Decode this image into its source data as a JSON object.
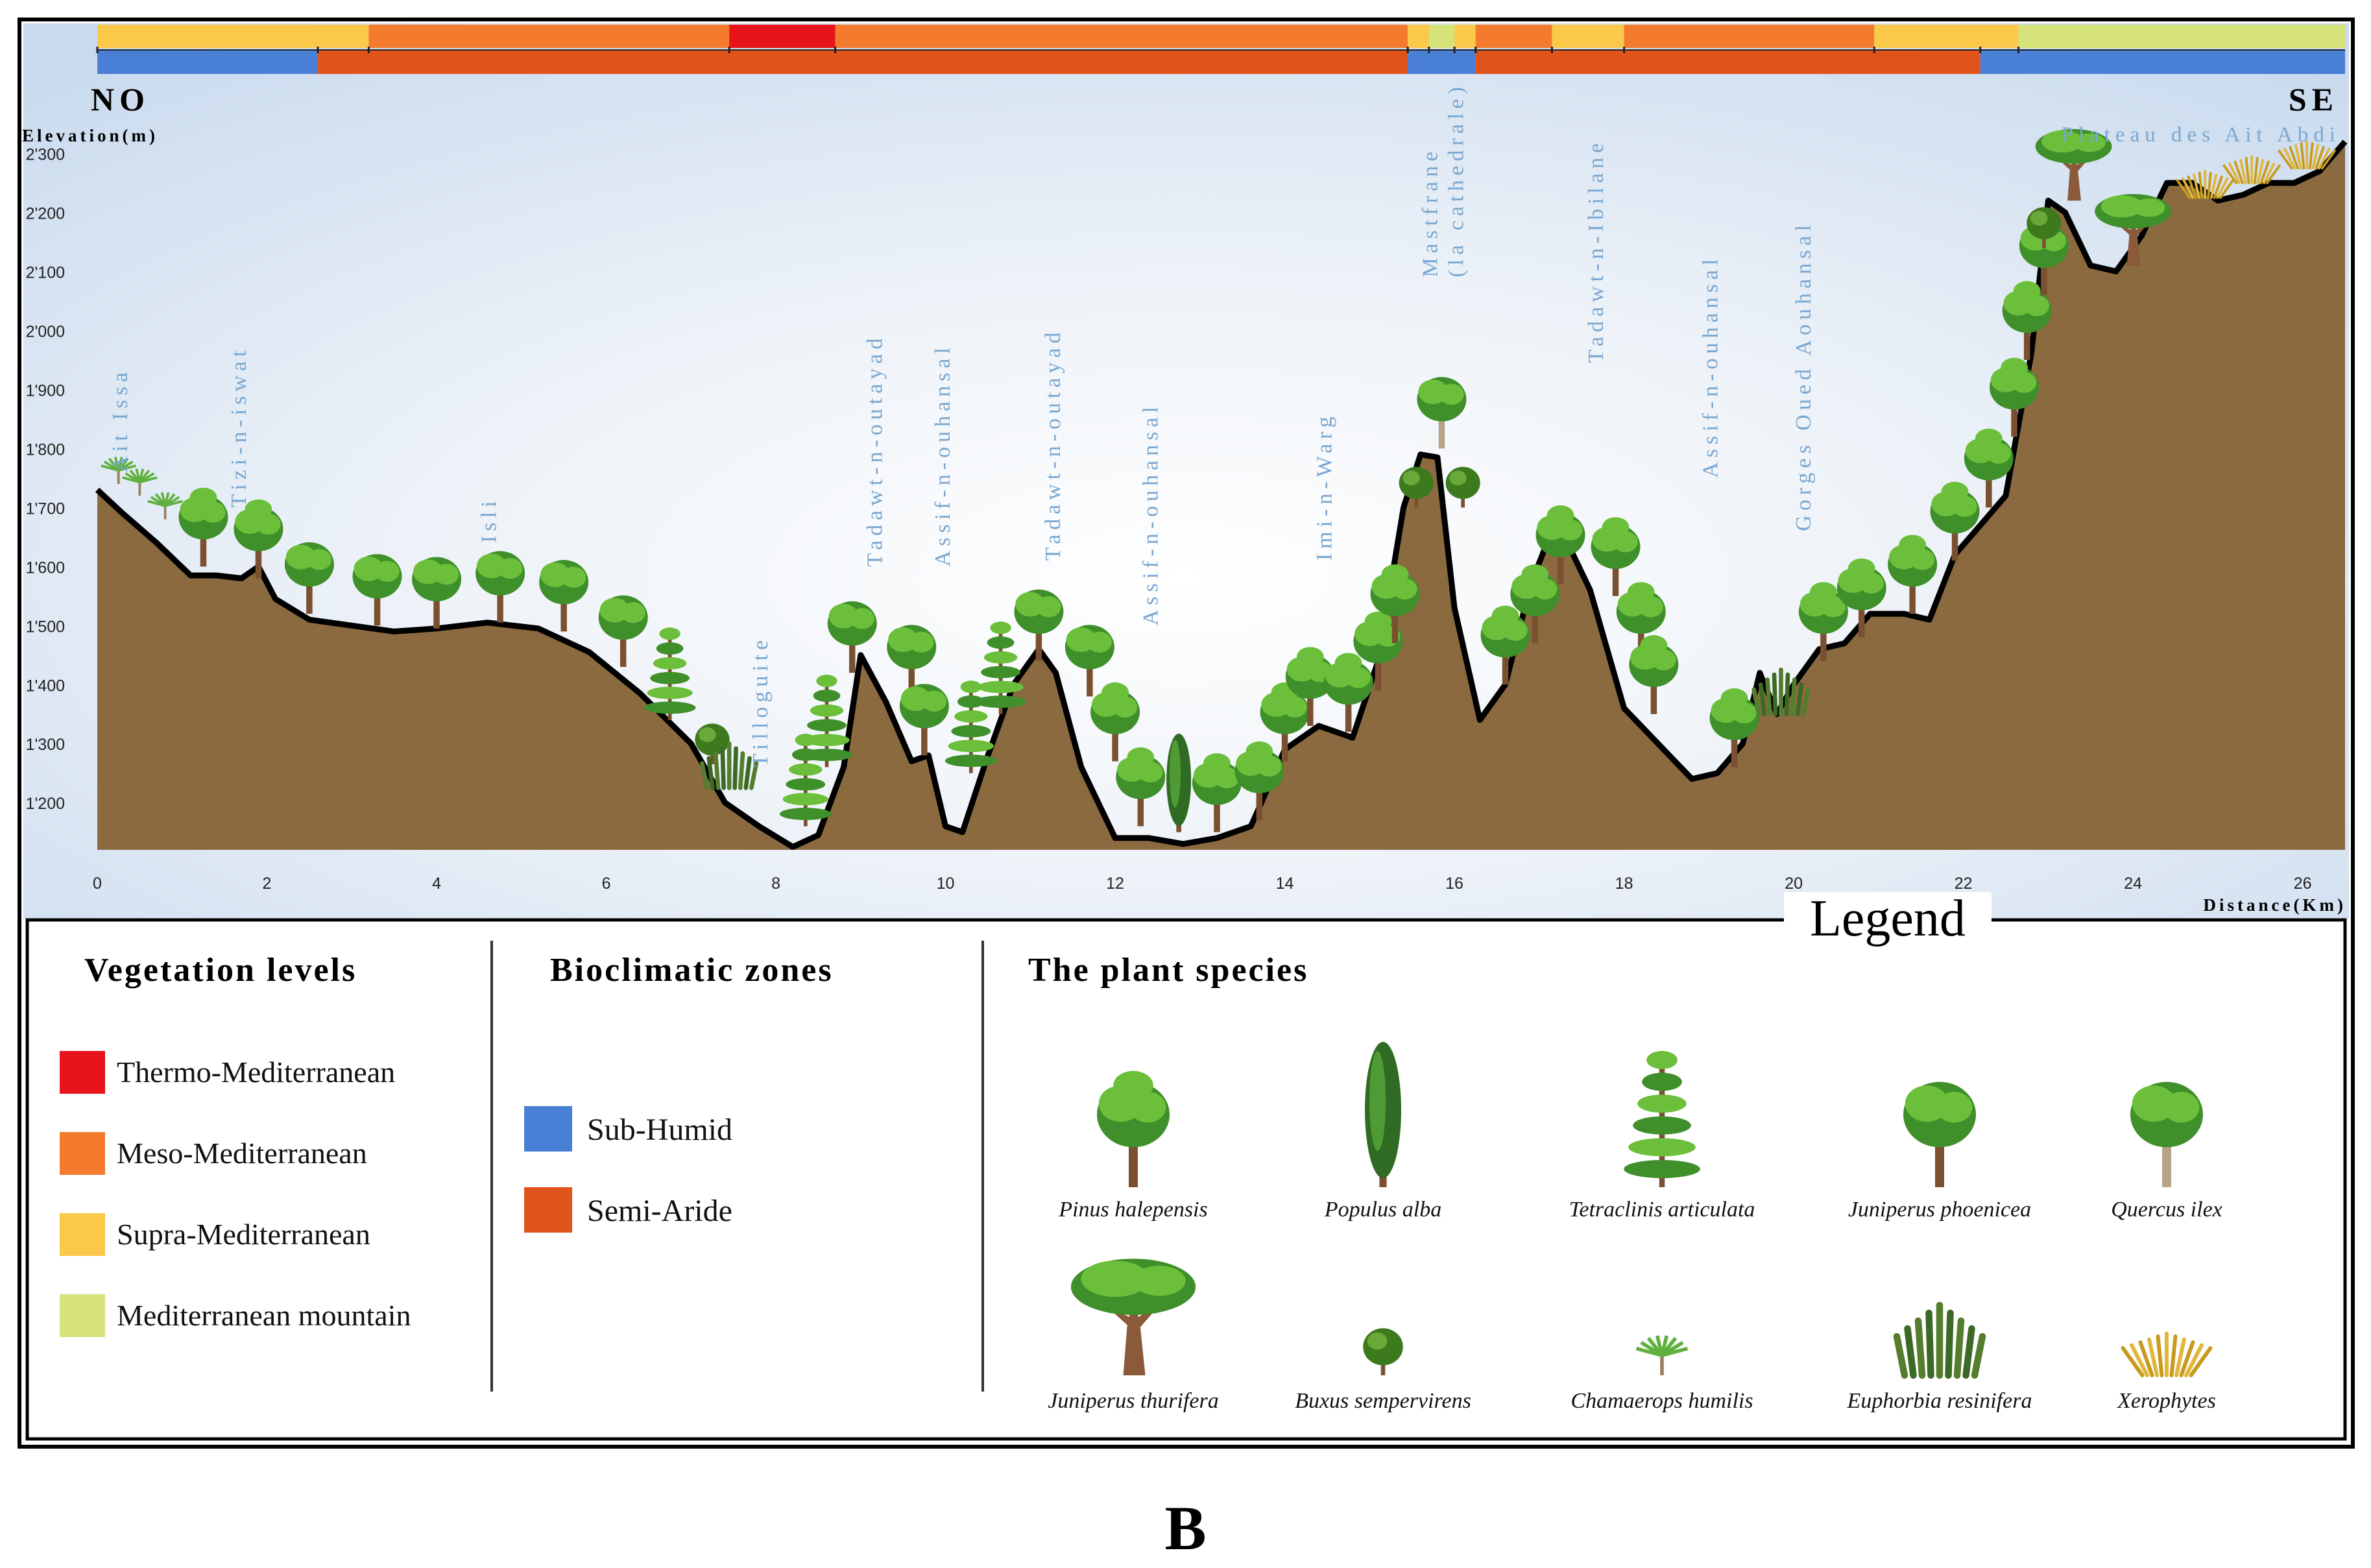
{
  "figure_label": "B",
  "profile": {
    "direction_left": "NO",
    "direction_right": "SE",
    "y_axis_label": "Elevation(m)",
    "x_axis_label": "Distance(Km)",
    "x_ticks": [
      "0",
      "2",
      "4",
      "6",
      "8",
      "10",
      "12",
      "14",
      "16",
      "18",
      "20",
      "22",
      "24",
      "26"
    ],
    "x_tick_values": [
      0,
      2,
      4,
      6,
      8,
      10,
      12,
      14,
      16,
      18,
      20,
      22,
      24,
      26
    ],
    "y_ticks": [
      "1'200",
      "1'300",
      "1'400",
      "1'500",
      "1'600",
      "1'700",
      "1'800",
      "1'900",
      "2'000",
      "2'100",
      "2'200",
      "2'300"
    ],
    "y_tick_values": [
      1200,
      1300,
      1400,
      1500,
      1600,
      1700,
      1800,
      1900,
      2000,
      2100,
      2200,
      2300
    ],
    "x_range": [
      0,
      26.5
    ],
    "y_range": [
      1120,
      2450
    ],
    "terrain_km": [
      0,
      0.3,
      0.7,
      1.1,
      1.4,
      1.7,
      1.9,
      2.1,
      2.5,
      3,
      3.5,
      4,
      4.6,
      5.2,
      5.8,
      6.4,
      7,
      7.4,
      7.8,
      8.2,
      8.5,
      8.8,
      9.0,
      9.3,
      9.6,
      9.8,
      10.0,
      10.2,
      10.5,
      10.8,
      11.1,
      11.3,
      11.6,
      12.0,
      12.4,
      12.8,
      13.2,
      13.6,
      14.0,
      14.4,
      14.8,
      15.1,
      15.4,
      15.6,
      15.8,
      16.0,
      16.3,
      16.6,
      16.9,
      17.2,
      17.6,
      18.0,
      18.4,
      18.8,
      19.1,
      19.4,
      19.6,
      19.8,
      20.0,
      20.3,
      20.6,
      20.9,
      21.3,
      21.6,
      21.9,
      22.2,
      22.5,
      22.8,
      23.0,
      23.2,
      23.5,
      23.8,
      24.1,
      24.4,
      24.7,
      25.0,
      25.3,
      25.6,
      25.9,
      26.2,
      26.5
    ],
    "terrain_elev": [
      1730,
      1690,
      1640,
      1585,
      1585,
      1580,
      1600,
      1545,
      1510,
      1500,
      1490,
      1495,
      1505,
      1495,
      1455,
      1385,
      1300,
      1200,
      1160,
      1125,
      1145,
      1260,
      1450,
      1370,
      1270,
      1280,
      1160,
      1150,
      1280,
      1400,
      1460,
      1420,
      1260,
      1140,
      1140,
      1130,
      1140,
      1160,
      1290,
      1330,
      1310,
      1440,
      1700,
      1790,
      1785,
      1530,
      1340,
      1400,
      1570,
      1680,
      1560,
      1360,
      1300,
      1240,
      1250,
      1300,
      1420,
      1350,
      1400,
      1460,
      1470,
      1520,
      1520,
      1510,
      1620,
      1670,
      1720,
      1960,
      2220,
      2200,
      2110,
      2100,
      2160,
      2250,
      2250,
      2220,
      2230,
      2250,
      2250,
      2270,
      2320
    ],
    "places": [
      {
        "name": "Ait Issa",
        "km": 0.35,
        "elev": 1760,
        "lines": [
          "Ait Issa"
        ]
      },
      {
        "name": "Tizi-n-iswat",
        "km": 1.75,
        "elev": 1700,
        "lines": [
          "Tizi-n-iswat"
        ]
      },
      {
        "name": "Isli",
        "km": 4.7,
        "elev": 1640,
        "lines": [
          "Isli"
        ]
      },
      {
        "name": "Tilloguite",
        "km": 7.9,
        "elev": 1260,
        "lines": [
          "Tilloguite"
        ]
      },
      {
        "name": "Tadawt-n-outayad",
        "km": 9.25,
        "elev": 1600,
        "lines": [
          "Tadawt-n-outayad"
        ]
      },
      {
        "name": "Assif-n-ouhansal",
        "km": 10.05,
        "elev": 1600,
        "lines": [
          "Assif-n-ouhansal"
        ]
      },
      {
        "name": "Tadawt-n-outayad",
        "km": 11.35,
        "elev": 1610,
        "lines": [
          "Tadawt-n-outayad"
        ]
      },
      {
        "name": "Assif-n-ouhansal",
        "km": 12.5,
        "elev": 1500,
        "lines": [
          "Assif-n-ouhansal"
        ]
      },
      {
        "name": "Imi-n-Warg",
        "km": 14.55,
        "elev": 1610,
        "lines": [
          "Imi-n-Warg"
        ]
      },
      {
        "name": "Mastfrane (la cathedrale)",
        "km": 15.95,
        "elev": 2090,
        "lines": [
          "Mastfrane",
          "(la cathedrale)"
        ]
      },
      {
        "name": "Tadawt-n-Ibilane",
        "km": 17.75,
        "elev": 1945,
        "lines": [
          "Tadawt-n-Ibilane"
        ]
      },
      {
        "name": "Assif-n-ouhansal",
        "km": 19.1,
        "elev": 1750,
        "lines": [
          "Assif-n-ouhansal"
        ]
      },
      {
        "name": "Gorges Oued Aouhansal",
        "km": 20.2,
        "elev": 1660,
        "lines": [
          "Gorges Oued Aouhansal"
        ]
      }
    ],
    "right_place": "Plateau des Ait Abdi",
    "vegetation_band": [
      {
        "from": 0,
        "to": 3.2,
        "level": "supra"
      },
      {
        "from": 3.2,
        "to": 7.45,
        "level": "meso"
      },
      {
        "from": 7.45,
        "to": 8.7,
        "level": "thermo"
      },
      {
        "from": 8.7,
        "to": 15.45,
        "level": "meso"
      },
      {
        "from": 15.45,
        "to": 15.7,
        "level": "supra"
      },
      {
        "from": 15.7,
        "to": 16.0,
        "level": "mountain"
      },
      {
        "from": 16.0,
        "to": 16.25,
        "level": "supra"
      },
      {
        "from": 16.25,
        "to": 17.15,
        "level": "meso"
      },
      {
        "from": 17.15,
        "to": 18.0,
        "level": "supra"
      },
      {
        "from": 18.0,
        "to": 20.95,
        "level": "meso"
      },
      {
        "from": 20.95,
        "to": 22.65,
        "level": "supra"
      },
      {
        "from": 22.65,
        "to": 26.5,
        "level": "mountain"
      }
    ],
    "bioclimate_band": [
      {
        "from": 0,
        "to": 2.6,
        "zone": "sub"
      },
      {
        "from": 2.6,
        "to": 15.45,
        "zone": "semi"
      },
      {
        "from": 15.45,
        "to": 16.25,
        "zone": "sub"
      },
      {
        "from": 16.25,
        "to": 22.2,
        "zone": "semi"
      },
      {
        "from": 22.2,
        "to": 26.5,
        "zone": "sub"
      }
    ],
    "plants": [
      {
        "km": 0.25,
        "elev": 1740,
        "kind": "chamaerops"
      },
      {
        "km": 0.5,
        "elev": 1720,
        "kind": "chamaerops"
      },
      {
        "km": 0.8,
        "elev": 1680,
        "kind": "chamaerops"
      },
      {
        "km": 1.25,
        "elev": 1600,
        "kind": "pinus"
      },
      {
        "km": 1.9,
        "elev": 1580,
        "kind": "pinus"
      },
      {
        "km": 2.5,
        "elev": 1520,
        "kind": "juniperus"
      },
      {
        "km": 3.3,
        "elev": 1500,
        "kind": "juniperus"
      },
      {
        "km": 4.0,
        "elev": 1495,
        "kind": "juniperus"
      },
      {
        "km": 4.75,
        "elev": 1505,
        "kind": "juniperus"
      },
      {
        "km": 5.5,
        "elev": 1490,
        "kind": "juniperus"
      },
      {
        "km": 6.2,
        "elev": 1430,
        "kind": "juniperus"
      },
      {
        "km": 6.75,
        "elev": 1340,
        "kind": "tetraclinis"
      },
      {
        "km": 7.25,
        "elev": 1265,
        "kind": "buxus"
      },
      {
        "km": 7.45,
        "elev": 1225,
        "kind": "euphorbia"
      },
      {
        "km": 8.35,
        "elev": 1160,
        "kind": "tetraclinis"
      },
      {
        "km": 8.6,
        "elev": 1260,
        "kind": "tetraclinis"
      },
      {
        "km": 8.9,
        "elev": 1420,
        "kind": "juniperus"
      },
      {
        "km": 9.6,
        "elev": 1380,
        "kind": "juniperus"
      },
      {
        "km": 9.75,
        "elev": 1280,
        "kind": "juniperus"
      },
      {
        "km": 10.3,
        "elev": 1250,
        "kind": "tetraclinis"
      },
      {
        "km": 10.65,
        "elev": 1350,
        "kind": "tetraclinis"
      },
      {
        "km": 11.1,
        "elev": 1440,
        "kind": "juniperus"
      },
      {
        "km": 11.7,
        "elev": 1380,
        "kind": "juniperus"
      },
      {
        "km": 12.0,
        "elev": 1270,
        "kind": "pinus"
      },
      {
        "km": 12.3,
        "elev": 1160,
        "kind": "pinus"
      },
      {
        "km": 12.75,
        "elev": 1150,
        "kind": "populus"
      },
      {
        "km": 13.2,
        "elev": 1150,
        "kind": "pinus"
      },
      {
        "km": 13.7,
        "elev": 1170,
        "kind": "pinus"
      },
      {
        "km": 14.0,
        "elev": 1270,
        "kind": "pinus"
      },
      {
        "km": 14.3,
        "elev": 1330,
        "kind": "pinus"
      },
      {
        "km": 14.75,
        "elev": 1320,
        "kind": "pinus"
      },
      {
        "km": 15.1,
        "elev": 1390,
        "kind": "pinus"
      },
      {
        "km": 15.3,
        "elev": 1470,
        "kind": "pinus"
      },
      {
        "km": 15.55,
        "elev": 1700,
        "kind": "buxus"
      },
      {
        "km": 15.85,
        "elev": 1800,
        "kind": "quercus"
      },
      {
        "km": 16.1,
        "elev": 1700,
        "kind": "buxus"
      },
      {
        "km": 16.6,
        "elev": 1400,
        "kind": "pinus"
      },
      {
        "km": 16.95,
        "elev": 1470,
        "kind": "pinus"
      },
      {
        "km": 17.25,
        "elev": 1570,
        "kind": "pinus"
      },
      {
        "km": 17.9,
        "elev": 1550,
        "kind": "pinus"
      },
      {
        "km": 18.2,
        "elev": 1440,
        "kind": "pinus"
      },
      {
        "km": 18.35,
        "elev": 1350,
        "kind": "pinus"
      },
      {
        "km": 19.3,
        "elev": 1260,
        "kind": "pinus"
      },
      {
        "km": 19.85,
        "elev": 1350,
        "kind": "euphorbia"
      },
      {
        "km": 20.35,
        "elev": 1440,
        "kind": "pinus"
      },
      {
        "km": 20.8,
        "elev": 1480,
        "kind": "pinus"
      },
      {
        "km": 21.4,
        "elev": 1520,
        "kind": "pinus"
      },
      {
        "km": 21.9,
        "elev": 1610,
        "kind": "pinus"
      },
      {
        "km": 22.3,
        "elev": 1700,
        "kind": "pinus"
      },
      {
        "km": 22.6,
        "elev": 1820,
        "kind": "pinus"
      },
      {
        "km": 22.75,
        "elev": 1950,
        "kind": "pinus"
      },
      {
        "km": 22.95,
        "elev": 2060,
        "kind": "pinus"
      },
      {
        "km": 22.95,
        "elev": 2140,
        "kind": "buxus"
      },
      {
        "km": 23.3,
        "elev": 2220,
        "kind": "thurifera"
      },
      {
        "km": 24.0,
        "elev": 2110,
        "kind": "thurifera"
      },
      {
        "km": 24.85,
        "elev": 2225,
        "kind": "xerophyte"
      },
      {
        "km": 25.4,
        "elev": 2250,
        "kind": "xerophyte"
      },
      {
        "km": 26.05,
        "elev": 2275,
        "kind": "xerophyte"
      }
    ]
  },
  "legend": {
    "title": "Legend",
    "vegetation": {
      "title": "Vegetation levels",
      "items": [
        {
          "key": "thermo",
          "label": "Thermo-Mediterranean",
          "color": "#e8141b"
        },
        {
          "key": "meso",
          "label": "Meso-Mediterranean",
          "color": "#f47b2e"
        },
        {
          "key": "supra",
          "label": "Supra-Mediterranean",
          "color": "#fbc94a"
        },
        {
          "key": "mountain",
          "label": "Mediterranean mountain",
          "color": "#d6e27a"
        }
      ]
    },
    "bioclimatic": {
      "title": "Bioclimatic zones",
      "items": [
        {
          "key": "sub",
          "label": "Sub-Humid",
          "color": "#4a7fd6"
        },
        {
          "key": "semi",
          "label": "Semi-Aride",
          "color": "#e0541b"
        }
      ]
    },
    "species": {
      "title": "The plant species",
      "items": [
        {
          "kind": "pinus",
          "label": "Pinus halepensis"
        },
        {
          "kind": "populus",
          "label": "Populus alba"
        },
        {
          "kind": "tetraclinis",
          "label": "Tetraclinis articulata"
        },
        {
          "kind": "juniperus",
          "label": "Juniperus phoenicea"
        },
        {
          "kind": "quercus",
          "label": "Quercus ilex"
        },
        {
          "kind": "thurifera",
          "label": "Juniperus thurifera"
        },
        {
          "kind": "buxus",
          "label": "Buxus sempervirens"
        },
        {
          "kind": "chamaerops",
          "label": "Chamaerops humilis"
        },
        {
          "kind": "euphorbia",
          "label": "Euphorbia resinifera"
        },
        {
          "kind": "xerophyte",
          "label": "Xerophytes"
        }
      ]
    }
  },
  "colors": {
    "terrain": "#8b6a40",
    "outline": "#000000",
    "place_text": "#7aa7d0",
    "sky_top": "#c9daee",
    "sky_mid": "#edf2f8"
  }
}
